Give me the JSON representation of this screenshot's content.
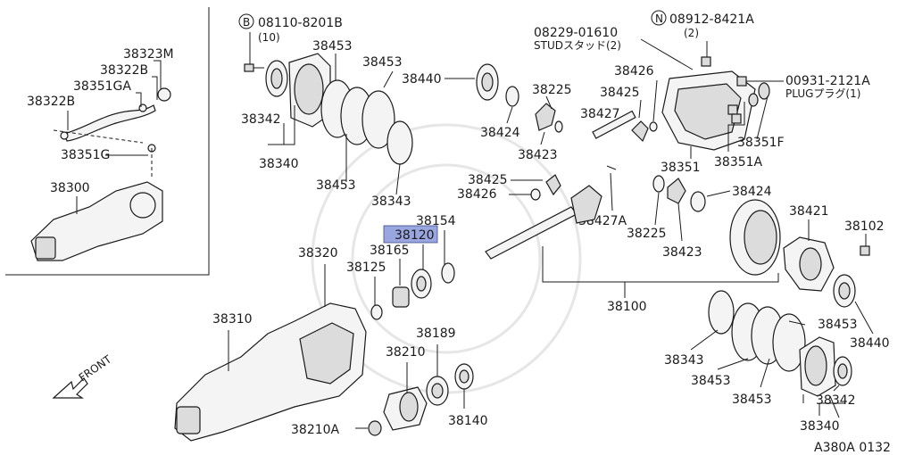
{
  "highlight_color": "#9aa6e0",
  "labels": {
    "p08110": "08110-8201B",
    "p08110_qty": "(10)",
    "circle_b": "B",
    "circle_n": "N",
    "p38453_a": "38453",
    "p38453_b": "38453",
    "p38453_c": "38453",
    "p38453_d": "38453",
    "p38453_e": "38453",
    "p38453_f": "38453",
    "p38342_a": "38342",
    "p38342_b": "38342",
    "p38340_a": "38340",
    "p38340_b": "38340",
    "p38343_a": "38343",
    "p38343_b": "38343",
    "p38323m": "38323M",
    "p38322b_a": "38322B",
    "p38322b_b": "38322B",
    "p38351ga": "38351GA",
    "p38351g": "38351G",
    "p38300": "38300",
    "p38440_a": "38440",
    "p38440_b": "38440",
    "p38424_a": "38424",
    "p38424_b": "38424",
    "p38225_a": "38225",
    "p38225_b": "38225",
    "p38423_a": "38423",
    "p38423_b": "38423",
    "p38427": "38427",
    "p38427a": "38427A",
    "p38426_a": "38426",
    "p38426_b": "38426",
    "p38425_a": "38425",
    "p38425_b": "38425",
    "p08229": "08229-01610",
    "p08229_note": "STUDスタッド(2)",
    "p08912": "08912-8421A",
    "p08912_qty": "(2)",
    "p00931": "00931-2121A",
    "p00931_note": "PLUGプラグ(1)",
    "p38351": "38351",
    "p38351a": "38351A",
    "p38351f": "38351F",
    "p38154": "38154",
    "p38120": "38120",
    "p38165": "38165",
    "p38125": "38125",
    "p38320": "38320",
    "p38310": "38310",
    "p38100": "38100",
    "p38421": "38421",
    "p38102": "38102",
    "p38189": "38189",
    "p38210": "38210",
    "p38210a": "38210A",
    "p38140": "38140",
    "front": "FRONT",
    "figure_code": "A380A 0132"
  }
}
